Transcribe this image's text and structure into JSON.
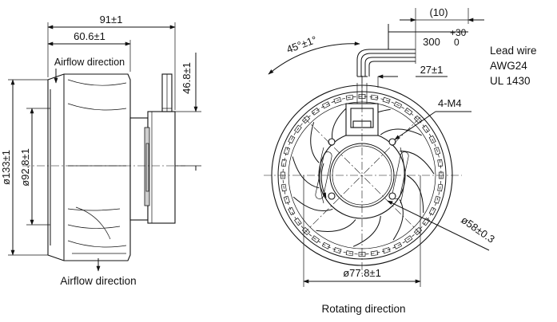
{
  "side_view": {
    "overall_length": "91±1",
    "impeller_length": "60.6±1",
    "height": "46.8±1",
    "outer_diameter": "ø133±1",
    "inlet_diameter": "ø92.8±1",
    "airflow_top": "Airflow direction",
    "airflow_bottom": "Airflow direction"
  },
  "front_view": {
    "angle": "45°±1°",
    "lead_length_ref": "(10)",
    "lead_length": "300",
    "lead_tol_upper": "+30",
    "lead_tol_lower": "0",
    "lead_offset": "27±1",
    "mount_holes": "4-M4",
    "hub_diameter": "ø58±0.3",
    "bolt_circle": "ø77.8±1",
    "rotation": "Rotating direction"
  },
  "lead_wire": {
    "line1": "Lead wire",
    "line2": "AWG24",
    "line3": "UL 1430"
  }
}
